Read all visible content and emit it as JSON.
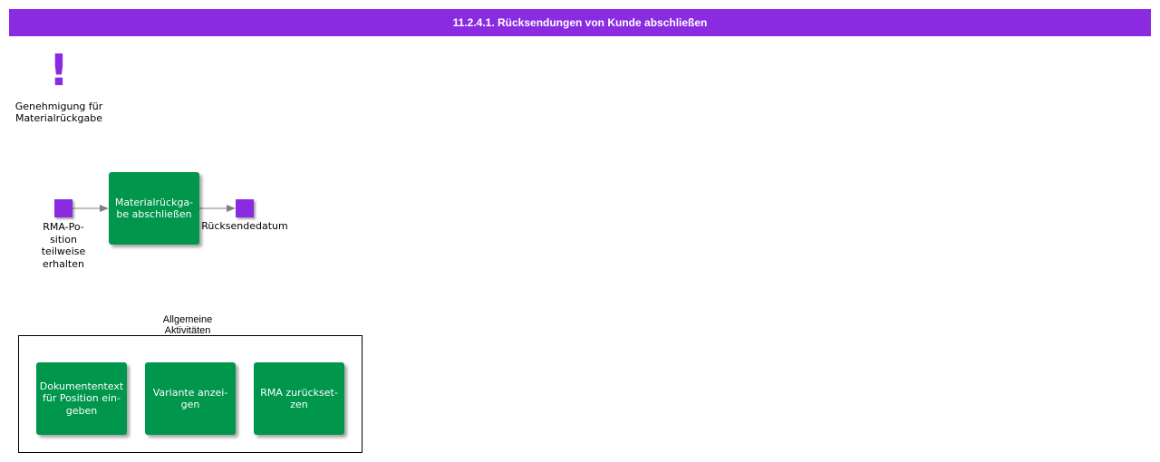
{
  "header": {
    "title": "11.2.4.1. Rücksendungen von Kunde abschließen"
  },
  "colors": {
    "header_bg": "#8a2be2",
    "event": "#8a2be2",
    "function": "#00964b",
    "connector": "#808080"
  },
  "approval_icon": {
    "icon": "exclamation-icon",
    "glyph": "!",
    "label": "Genehmigung für Materialrückgabe"
  },
  "process": {
    "start_event": {
      "label": "RMA-Position teilweise erhalten",
      "lines": [
        "RMA-Po-",
        "sition",
        "teilweise",
        "erhalten"
      ]
    },
    "function": {
      "label": "Materialrückgabe abschließen",
      "lines": [
        "Materialrückga-",
        "be abschließen"
      ]
    },
    "end_event": {
      "label": "Rücksendedatum",
      "lines": [
        "Rücksendedatum"
      ]
    }
  },
  "activities_group": {
    "title": "Allgemeine Aktivitäten",
    "title_lines": [
      "Allgemeine",
      "Aktivitäten"
    ],
    "items": [
      {
        "label": "Dokumententext für Position eingeben",
        "lines": [
          "Dokumententext",
          "für Position ein-",
          "geben"
        ]
      },
      {
        "label": "Variante anzeigen",
        "lines": [
          "Variante anzei-",
          "gen"
        ]
      },
      {
        "label": "RMA zurücksetzen",
        "lines": [
          "RMA zurückset-",
          "zen"
        ]
      }
    ]
  }
}
